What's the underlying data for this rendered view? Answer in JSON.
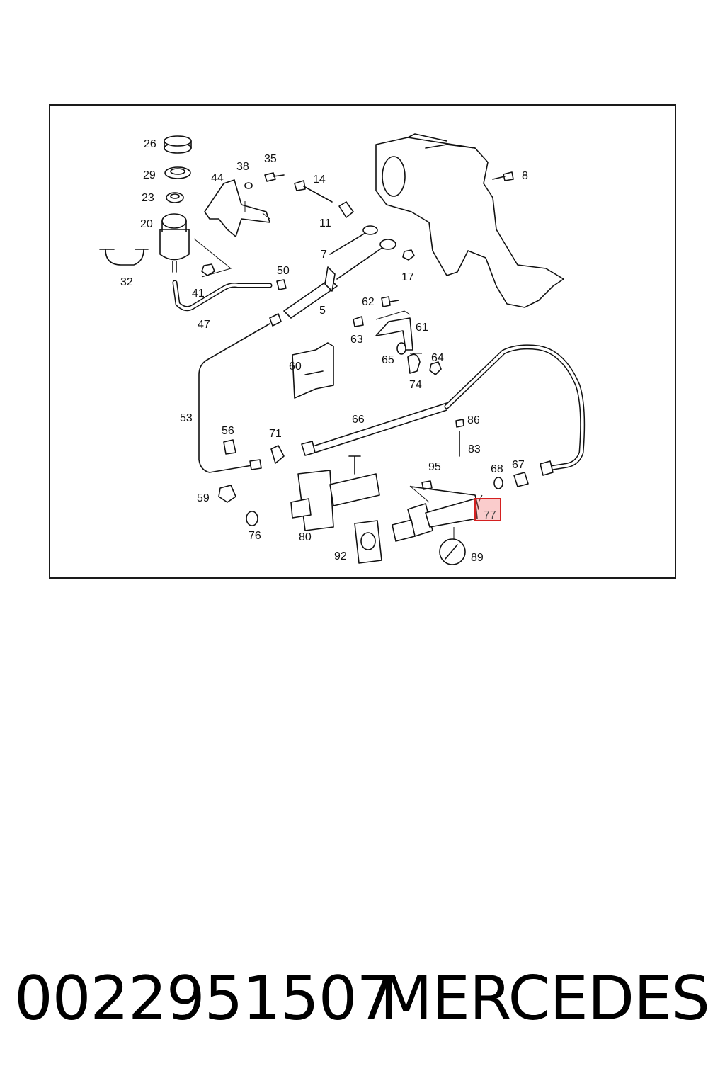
{
  "diagram": {
    "callouts": [
      {
        "id": "26",
        "label": "26"
      },
      {
        "id": "29",
        "label": "29"
      },
      {
        "id": "23",
        "label": "23"
      },
      {
        "id": "20",
        "label": "20"
      },
      {
        "id": "32",
        "label": "32"
      },
      {
        "id": "38",
        "label": "38"
      },
      {
        "id": "35",
        "label": "35"
      },
      {
        "id": "44",
        "label": "44"
      },
      {
        "id": "14",
        "label": "14"
      },
      {
        "id": "11",
        "label": "11"
      },
      {
        "id": "8",
        "label": "8"
      },
      {
        "id": "7",
        "label": "7"
      },
      {
        "id": "17",
        "label": "17"
      },
      {
        "id": "41",
        "label": "41"
      },
      {
        "id": "50",
        "label": "50"
      },
      {
        "id": "5",
        "label": "5"
      },
      {
        "id": "47",
        "label": "47"
      },
      {
        "id": "62",
        "label": "62"
      },
      {
        "id": "61",
        "label": "61"
      },
      {
        "id": "63",
        "label": "63"
      },
      {
        "id": "65",
        "label": "65"
      },
      {
        "id": "64",
        "label": "64"
      },
      {
        "id": "74",
        "label": "74"
      },
      {
        "id": "60",
        "label": "60"
      },
      {
        "id": "53",
        "label": "53"
      },
      {
        "id": "66",
        "label": "66"
      },
      {
        "id": "86",
        "label": "86"
      },
      {
        "id": "56",
        "label": "56"
      },
      {
        "id": "71",
        "label": "71"
      },
      {
        "id": "83",
        "label": "83"
      },
      {
        "id": "95",
        "label": "95"
      },
      {
        "id": "68",
        "label": "68"
      },
      {
        "id": "67",
        "label": "67"
      },
      {
        "id": "59",
        "label": "59"
      },
      {
        "id": "80",
        "label": "80"
      },
      {
        "id": "76",
        "label": "76"
      },
      {
        "id": "92",
        "label": "92"
      },
      {
        "id": "89",
        "label": "89"
      },
      {
        "id": "77",
        "label": "77"
      }
    ],
    "highlighted_callout": "77",
    "highlight_color": "#d42020"
  },
  "footer": {
    "part_number": "0022951507",
    "brand": "MERCEDES"
  }
}
